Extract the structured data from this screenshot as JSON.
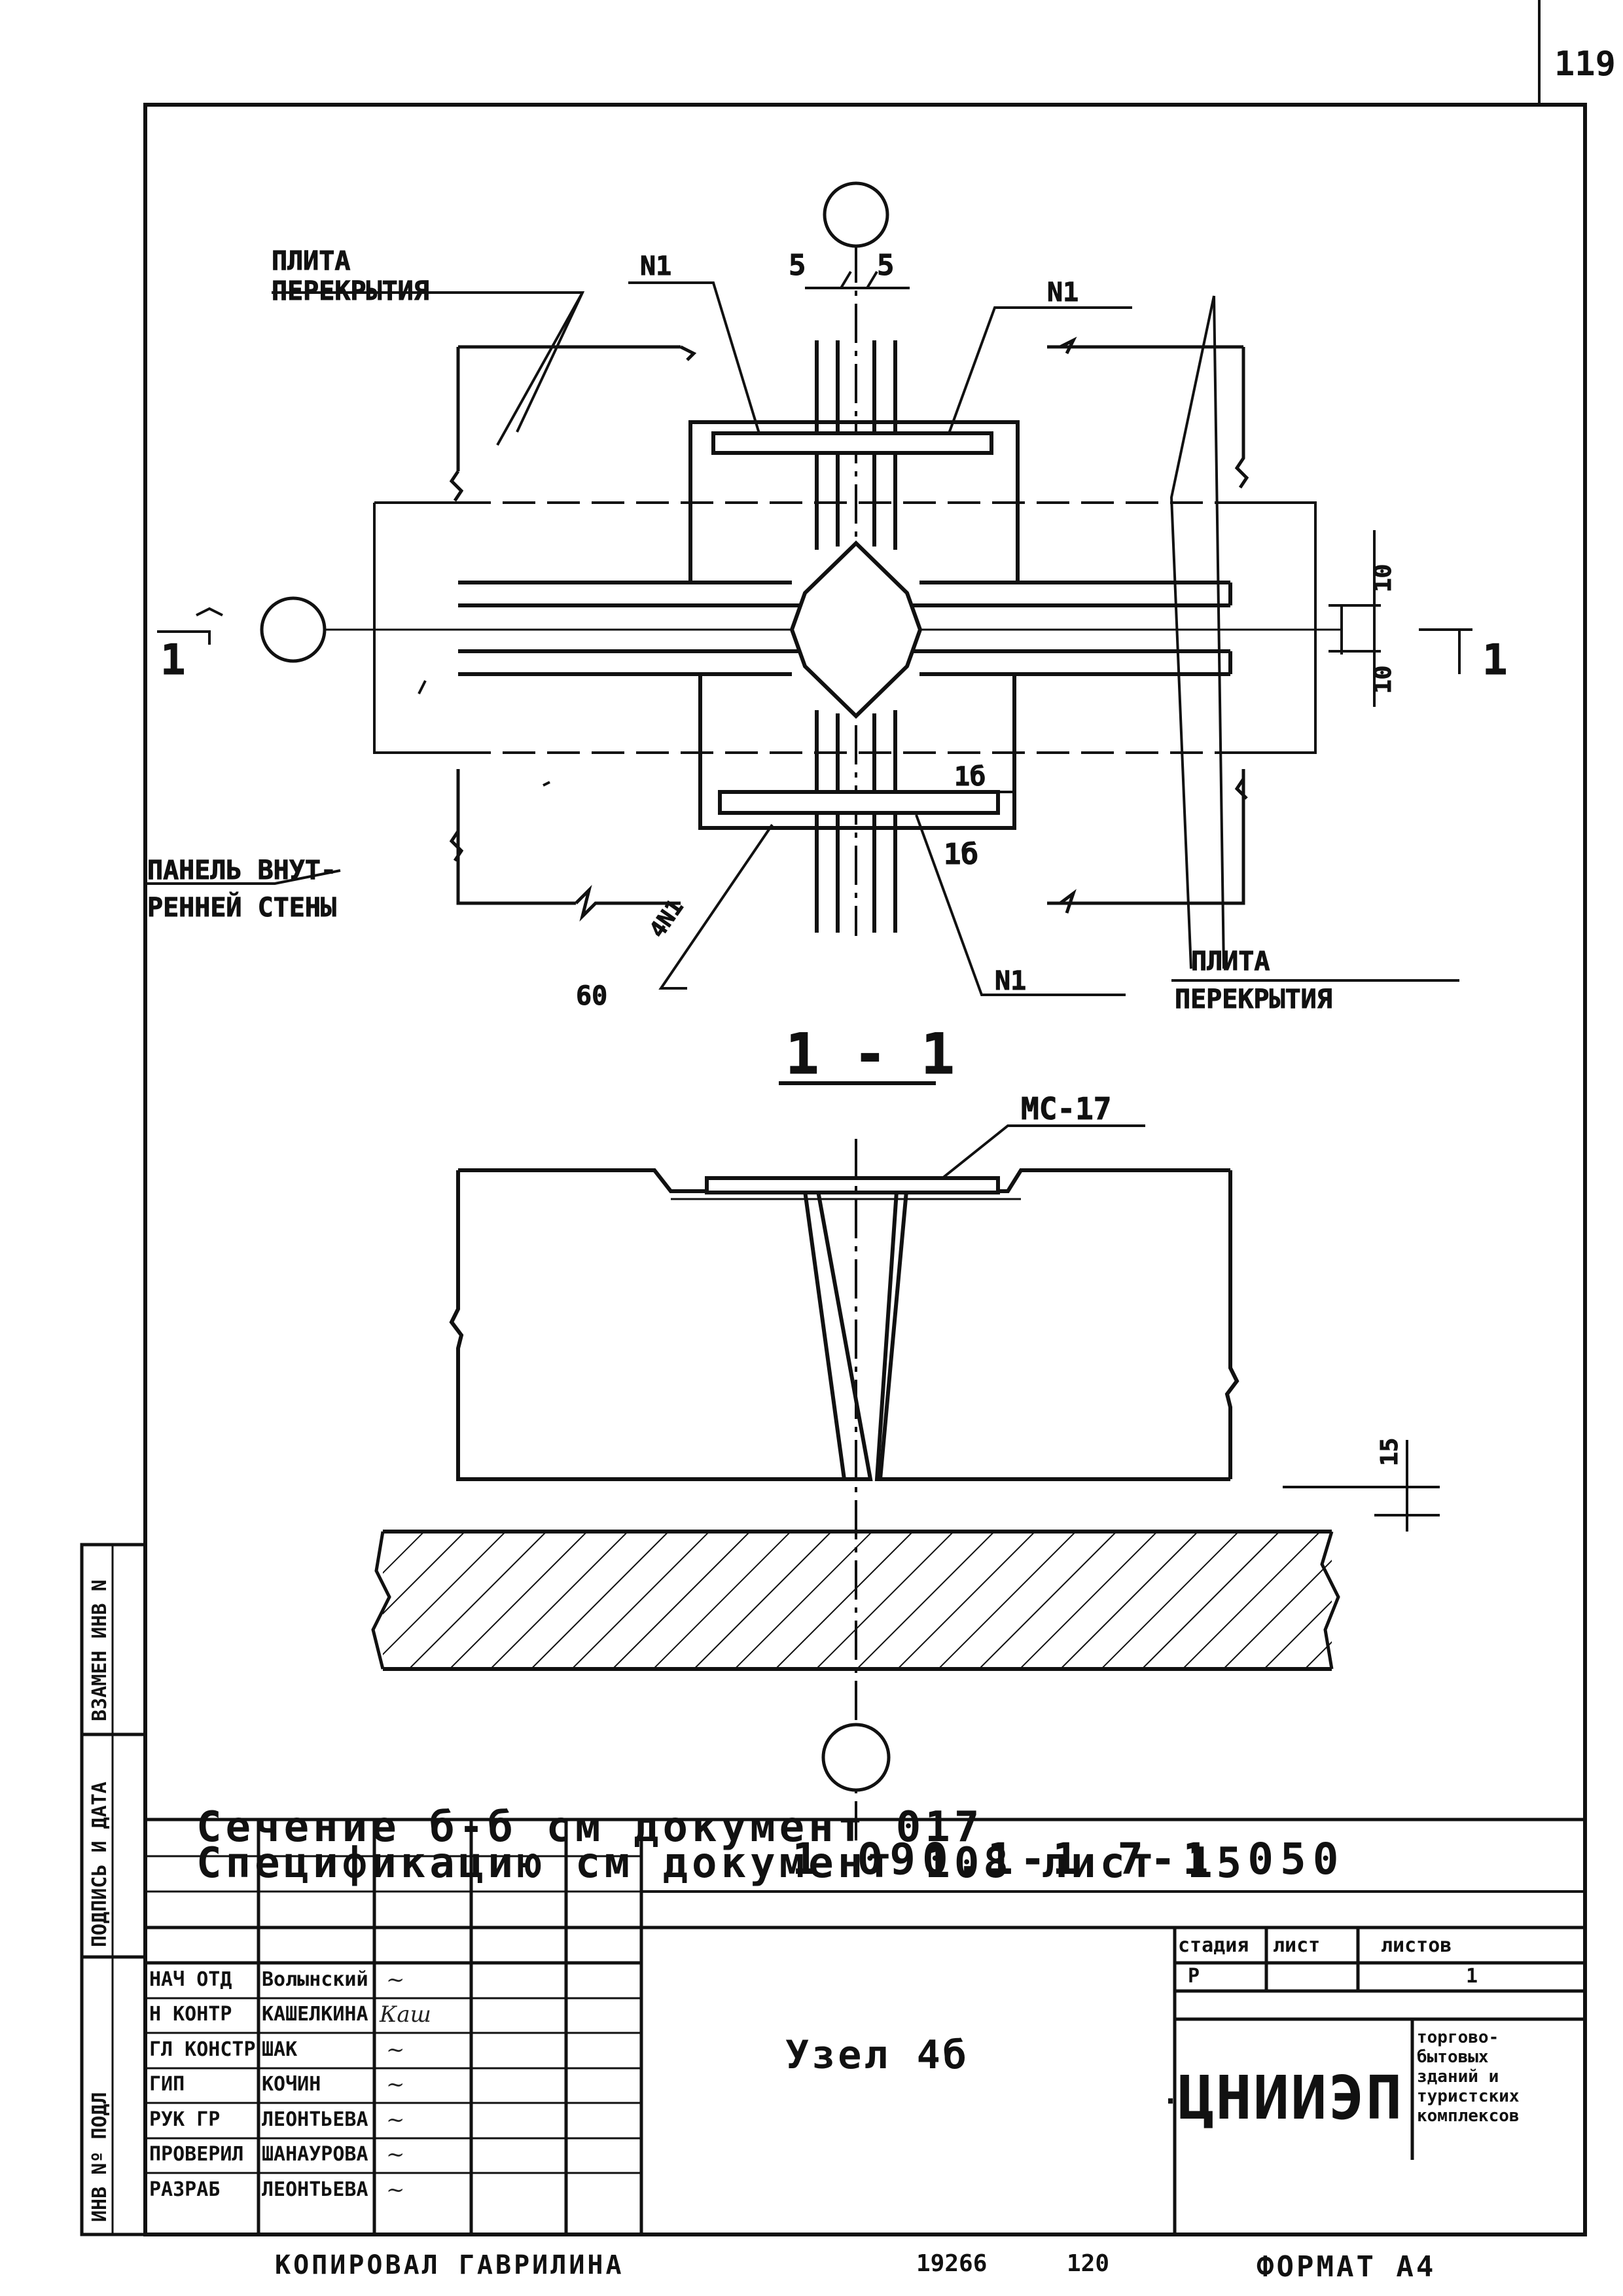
{
  "sheet_number": "119",
  "plan": {
    "axis_label_top": "5 5",
    "labels": {
      "slab_top": "ПЛИТА",
      "slab_top_2": "ПЕРЕКРЫТИЯ",
      "n1_left": "N1",
      "n1_right": "N1",
      "dim_5a": "5",
      "dim_5b": "5",
      "dim_10a": "10",
      "dim_10b": "10",
      "section_left": "1",
      "section_right": "1",
      "mark_1b_a": "1б",
      "mark_1b_b": "1б",
      "panel_1": "ПАНЕЛЬ ВНУТ-",
      "panel_2": "РЕННЕЙ СТЕНЫ",
      "weld_4n1": "4N1",
      "weld_60": "60",
      "n1_bottom": "N1",
      "slab_bottom": "ПЛИТА",
      "slab_bottom_2": "ПЕРЕКРЫТИЯ"
    }
  },
  "section": {
    "title": "1 - 1",
    "mc_label": "МС-17",
    "dim_15": "15"
  },
  "notes": {
    "line1": "Сечение б-б см документ 017",
    "line2": "Спецификацию см документ 108 лист 15"
  },
  "title_block": {
    "roles": [
      "НАЧ ОТД",
      "Н КОНТР",
      "ГЛ КОНСТР",
      "ГИП",
      "РУК ГР",
      "ПРОВЕРИЛ",
      "РАЗРАБ"
    ],
    "names": [
      "Волынский",
      "КАШЕЛКИНА",
      "ШАК",
      "КОЧИН",
      "ЛЕОНТЬЕВА",
      "ШАНАУРОВА",
      "ЛЕОНТЬЕВА"
    ],
    "doc_code": "1 090.1-1   7-1 050",
    "title": "Узел 4б",
    "stage_header": "стадия",
    "sheet_header": "лист",
    "sheets_header": "листов",
    "stage": "Р",
    "sheets": "1",
    "org": "ЦНИИЭП",
    "org_desc": [
      "торгово-",
      "бытовых",
      "зданий и",
      "туристских",
      "комплексов"
    ]
  },
  "side_stamp": {
    "inv_podl": "ИНВ Nº ПОДЛ",
    "sign_date": "ПОДПИСЬ И ДАТА",
    "vzam": "ВЗАМЕН ИНВ N"
  },
  "footer": {
    "copied": "КОПИРОВАЛ  ГАВРИЛИНА",
    "order": "19266",
    "copies": "120",
    "format": "ФОРМАТ А4"
  }
}
